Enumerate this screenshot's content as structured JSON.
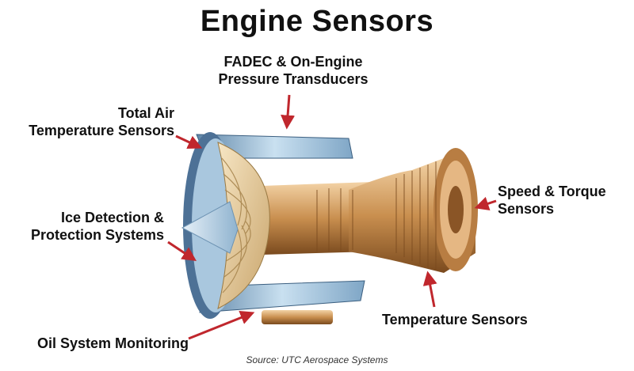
{
  "title": "Engine Sensors",
  "labels": {
    "fadec": [
      "FADEC & On-Engine",
      "Pressure Transducers"
    ],
    "total_air": [
      "Total Air",
      "Temperature Sensors"
    ],
    "ice": [
      "Ice Detection &",
      "Protection Systems"
    ],
    "oil": [
      "Oil System Monitoring"
    ],
    "speed": [
      "Speed & Torque",
      "Sensors"
    ],
    "temperature": [
      "Temperature Sensors"
    ]
  },
  "source": "Source: UTC Aerospace Systems",
  "colors": {
    "arrow": "#c0272d",
    "metal": "#c98f4f",
    "nacelle": "#9ec3de"
  }
}
